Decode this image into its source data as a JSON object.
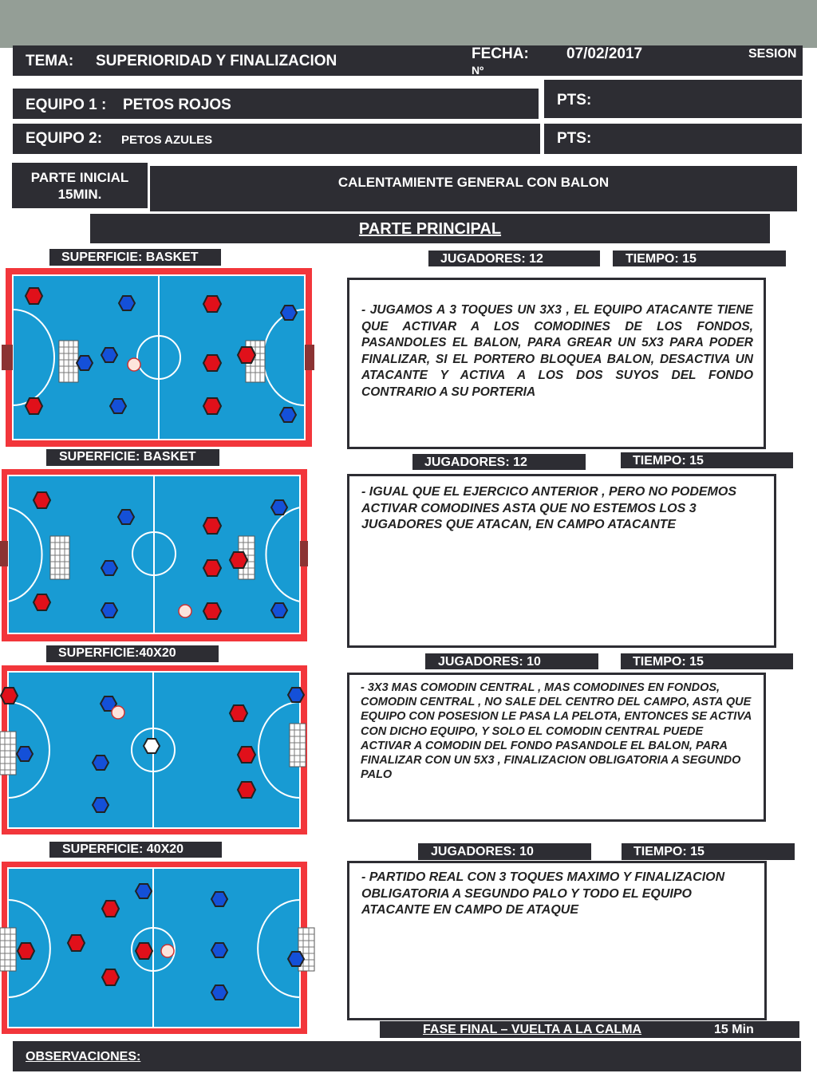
{
  "header": {
    "tema_label": "TEMA:",
    "tema_value": "SUPERIORIDAD Y FINALIZACION",
    "fecha_label": "FECHA:",
    "fecha_no": "Nº",
    "fecha_value": "07/02/2017",
    "sesion_label": "SESION",
    "equipo1_label": "EQUIPO 1 :",
    "equipo1_value": "PETOS ROJOS",
    "equipo2_label": "EQUIPO 2:",
    "equipo2_value": "PETOS AZULES",
    "pts1": "PTS:",
    "pts2": "PTS:"
  },
  "parte_inicial": {
    "label_line1": "PARTE INICIAL",
    "label_line2": "15MIN.",
    "content": "CALENTAMIENTE GENERAL CON BALON"
  },
  "parte_principal": "PARTE PRINCIPAL",
  "exercises": [
    {
      "superficie": "SUPERFICIE: BASKET",
      "jugadores": "JUGADORES:  12",
      "tiempo": "TIEMPO:    15",
      "description": "- JUGAMOS A 3 TOQUES UN 3X3  , EL EQUIPO ATACANTE TIENE QUE ACTIVAR A LOS COMODINES DE LOS FONDOS, PASANDOLES EL BALON, PARA GREAR UN 5X3 PARA PODER FINALIZAR, SI EL PORTERO BLOQUEA BALON, DESACTIVA UN ATACANTE Y ACTIVA A LOS DOS SUYOS DEL FONDO CONTRARIO A SU PORTERIA"
    },
    {
      "superficie": "SUPERFICIE: BASKET",
      "jugadores": "JUGADORES:   12",
      "tiempo": "TIEMPO:  15",
      "description": "- IGUAL QUE EL EJERCICO ANTERIOR , PERO NO PODEMOS ACTIVAR COMODINES ASTA QUE NO ESTEMOS LOS 3 JUGADORES QUE ATACAN, EN CAMPO ATACANTE"
    },
    {
      "superficie": "SUPERFICIE:40X20",
      "jugadores": "JUGADORES:  10",
      "tiempo": "TIEMPO:  15",
      "description": "- 3X3 MAS COMODIN CENTRAL , MAS  COMODINES EN  FONDOS, COMODIN CENTRAL  , NO SALE DEL CENTRO DEL CAMPO, ASTA QUE EQUIPO CON POSESION LE PASA LA PELOTA,  ENTONCES SE ACTIVA CON DICHO EQUIPO, Y SOLO EL COMODIN CENTRAL PUEDE ACTIVAR A COMODIN DEL FONDO PASANDOLE EL BALON, PARA FINALIZAR CON UN 5X3 , FINALIZACION OBLIGATORIA A SEGUNDO PALO"
    },
    {
      "superficie": "SUPERFICIE: 40X20",
      "jugadores": "JUGADORES:    10",
      "tiempo": "TIEMPO:   15",
      "description": "-   PARTIDO REAL CON 3 TOQUES MAXIMO Y FINALIZACION OBLIGATORIA A SEGUNDO PALO Y TODO EL EQUIPO ATACANTE EN CAMPO DE ATAQUE"
    }
  ],
  "fase_final": {
    "label": "FASE FINAL – VUELTA A LA CALMA",
    "time": "15 Min"
  },
  "observaciones": "OBSERVACIONES:",
  "colors": {
    "dark_bar": "#2d2d33",
    "court_blue": "#189bd3",
    "court_border": "#f2363b",
    "red_player": "#e0101a",
    "blue_player": "#1450d8",
    "top_band": "#949e96"
  }
}
